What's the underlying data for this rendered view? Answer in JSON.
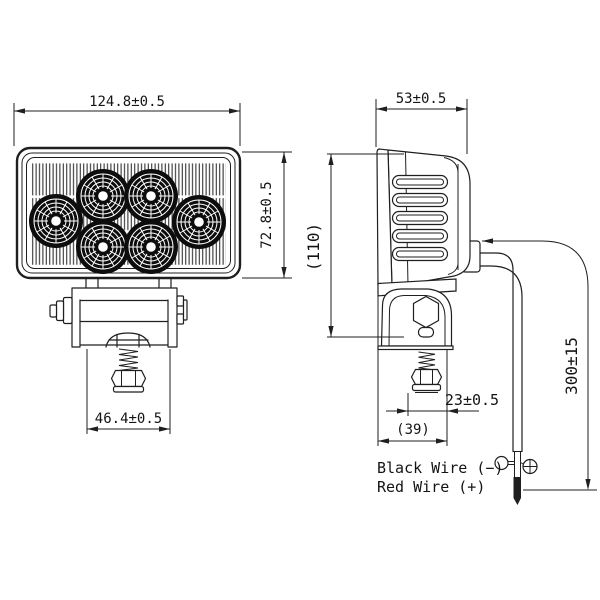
{
  "views": {
    "front": {
      "dims": {
        "width": "124.8±0.5",
        "height": "72.8±0.5",
        "bracket_width": "46.4±0.5"
      }
    },
    "side": {
      "dims": {
        "depth": "53±0.5",
        "height": "(110)",
        "bolt_offset": "23±0.5",
        "bracket_depth": "(39)",
        "wire_length": "300±15"
      }
    }
  },
  "labels": {
    "black_wire": "Black Wire (−)",
    "red_wire": "Red Wire (+)"
  },
  "colors": {
    "line": "#1f1f1f",
    "background": "#ffffff",
    "led": "#0d0d0d"
  }
}
